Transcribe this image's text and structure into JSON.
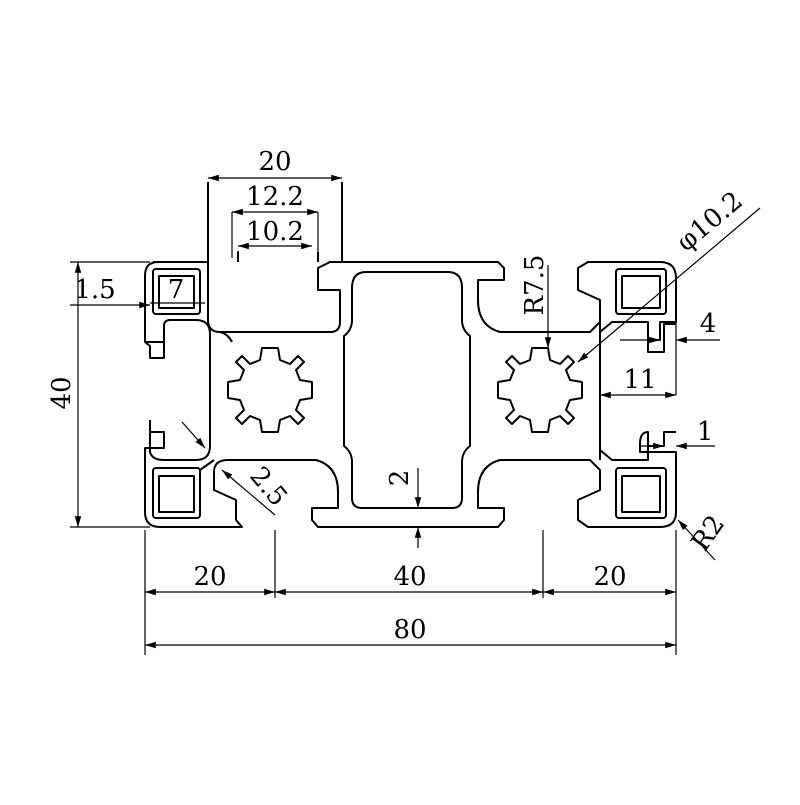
{
  "drawing": {
    "dimensions": {
      "slot_width": "20",
      "slot_inner": "12.2",
      "slot_opening": "10.2",
      "wall_thickness": "1.5",
      "corner_square": "7",
      "height": "40",
      "bore_radius": "R7.5",
      "bore_diameter": "φ10.2",
      "lip": "4",
      "slot_depth": "11",
      "lip_thickness": "1",
      "web": "2.5",
      "center_wall": "2",
      "corner_radius": "R2",
      "left_section": "20",
      "middle_section": "40",
      "right_section": "20",
      "total_width": "80"
    },
    "colors": {
      "line": "#000000",
      "background": "#ffffff"
    }
  }
}
